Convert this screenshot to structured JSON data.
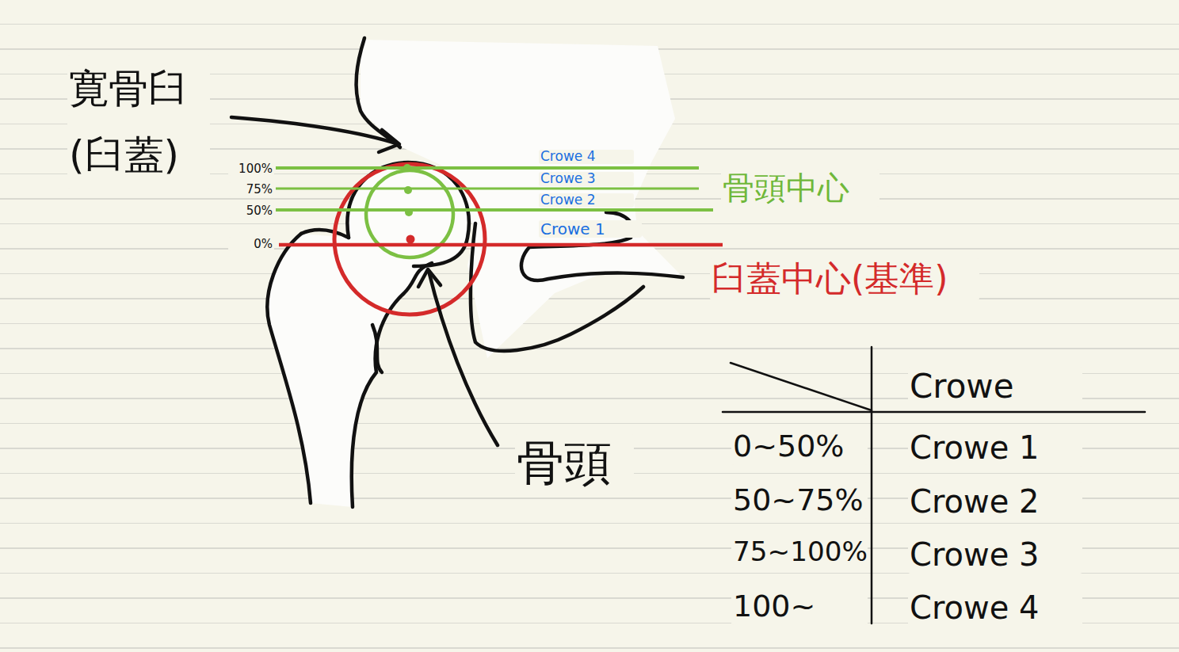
{
  "diagram": {
    "labels": [
      "寛骨臼 (臼蓋)",
      "100%",
      "75%",
      "50%",
      "0%",
      "Crowe 4",
      "Crowe 3",
      "Crowe 2",
      "Crowe 1",
      "骨頭中心",
      "臼蓋中心(基準)",
      "骨頭",
      "Crowe",
      "0~50%",
      "Crowe 1",
      "50~75%",
      "Crowe 2",
      "75~100%",
      "Crowe 3",
      "100~",
      "Crowe 4"
    ]
  }
}
